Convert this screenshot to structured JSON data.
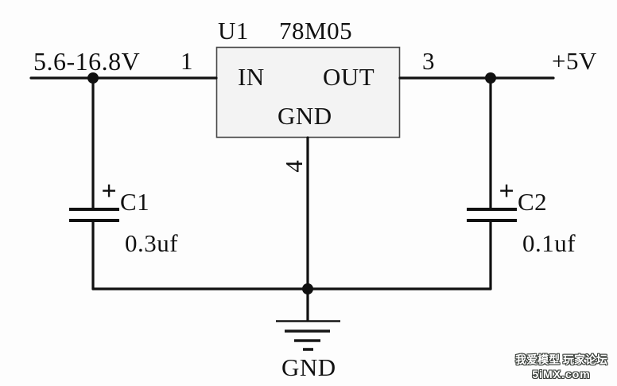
{
  "regulator": {
    "ref": "U1",
    "part": "78M05",
    "in_label": "IN",
    "out_label": "OUT",
    "gnd_label": "GND",
    "pin_in": "1",
    "pin_out": "3",
    "pin_gnd": "4"
  },
  "nets": {
    "input_voltage": "5.6-16.8V",
    "output_voltage": "+5V",
    "ground": "GND"
  },
  "capacitors": {
    "c1": {
      "ref": "C1",
      "value": "0.3uf",
      "polarity": "+"
    },
    "c2": {
      "ref": "C2",
      "value": "0.1uf",
      "polarity": "+"
    }
  },
  "watermark": {
    "line1": "我爱模型 玩家论坛",
    "line2": "5iMX.com"
  },
  "colors": {
    "wire": "#111111",
    "text": "#111111",
    "regulator_fill": "#f3f3f3",
    "regulator_border": "#474747",
    "background": "#fdfdfd"
  }
}
